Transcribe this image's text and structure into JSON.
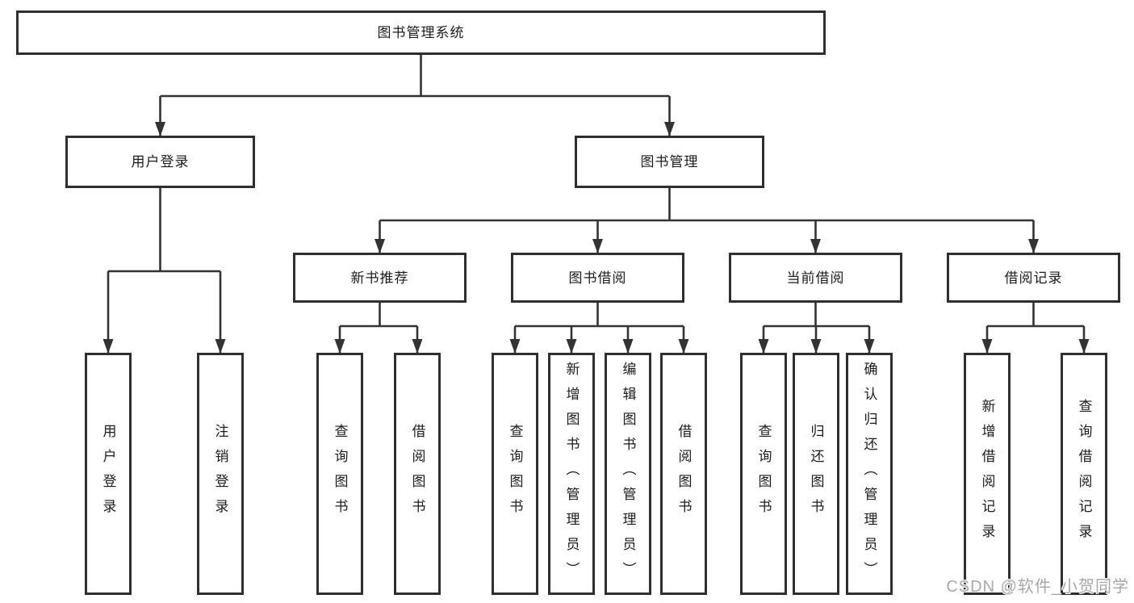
{
  "colors": {
    "line": "#333333",
    "border": "#2f2f2f",
    "box_bg": "#ffffff",
    "text": "#1c1c1c",
    "watermark": "#a8a8a8",
    "background": "#ffffff"
  },
  "diagram": {
    "title_node": {
      "label": "图书管理系统"
    },
    "level2": [
      {
        "label": "用户登录"
      },
      {
        "label": "图书管理"
      }
    ],
    "level3": [
      {
        "label": "新书推荐",
        "parent": "图书管理"
      },
      {
        "label": "图书借阅",
        "parent": "图书管理"
      },
      {
        "label": "当前借阅",
        "parent": "图书管理"
      },
      {
        "label": "借阅记录",
        "parent": "图书管理"
      }
    ],
    "leaves": [
      {
        "label": "用户登录",
        "parent": "用户登录"
      },
      {
        "label": "注销登录",
        "parent": "用户登录"
      },
      {
        "label": "查询图书",
        "parent": "新书推荐"
      },
      {
        "label": "借阅图书",
        "parent": "新书推荐"
      },
      {
        "label": "查询图书",
        "parent": "图书借阅"
      },
      {
        "label": "新增图书（管理员）",
        "parent": "图书借阅"
      },
      {
        "label": "编辑图书（管理员）",
        "parent": "图书借阅"
      },
      {
        "label": "借阅图书",
        "parent": "图书借阅"
      },
      {
        "label": "查询图书",
        "parent": "当前借阅"
      },
      {
        "label": "归还图书",
        "parent": "当前借阅"
      },
      {
        "label": "确认归还（管理员）",
        "parent": "当前借阅"
      },
      {
        "label": "新增借阅记录",
        "parent": "借阅记录"
      },
      {
        "label": "查询借阅记录",
        "parent": "借阅记录"
      }
    ]
  },
  "watermark": {
    "text": "CSDN @软件_小贺同学"
  }
}
